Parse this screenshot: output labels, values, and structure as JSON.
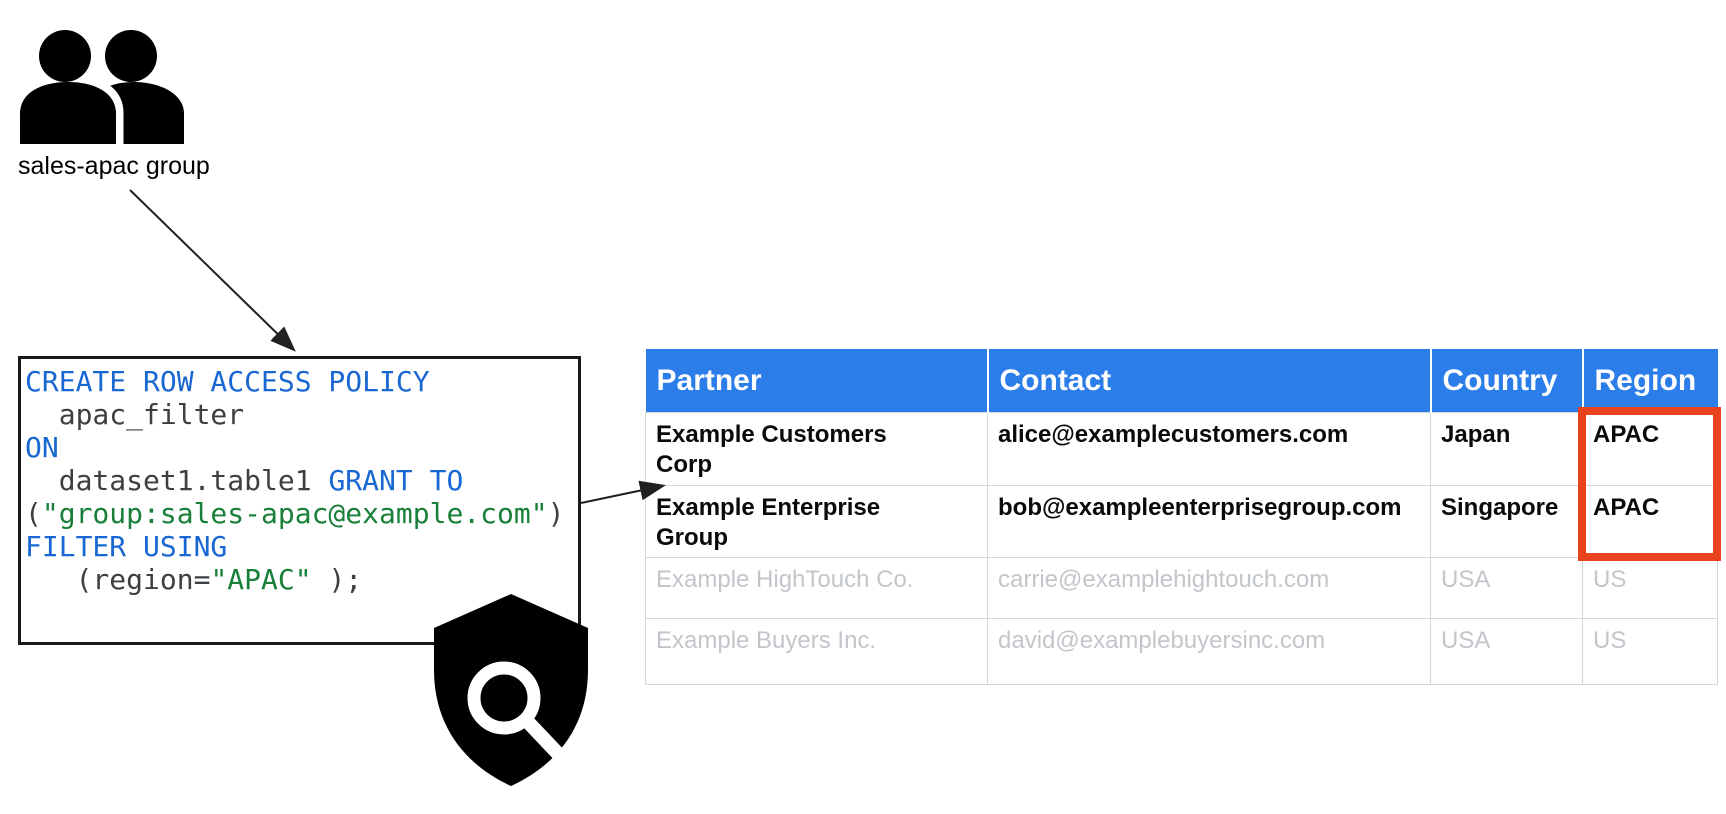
{
  "colors": {
    "header_bg": "#2b7de9",
    "header_text": "#ffffff",
    "keyword": "#1967d2",
    "string": "#188038",
    "code_text": "#3c4043",
    "muted_row_text": "#c2c6cb",
    "highlight_border": "#e8431c",
    "icon_color": "#000000"
  },
  "group": {
    "icon": "people-group-icon",
    "label": "sales-apac group"
  },
  "policy_code": {
    "lines": [
      {
        "segments": [
          {
            "style": "keyword",
            "text": "CREATE ROW ACCESS POLICY"
          }
        ]
      },
      {
        "segments": [
          {
            "style": "plain",
            "text": "  apac_filter"
          }
        ]
      },
      {
        "segments": [
          {
            "style": "keyword",
            "text": "ON"
          }
        ]
      },
      {
        "segments": [
          {
            "style": "plain",
            "text": "  dataset1.table1 "
          },
          {
            "style": "keyword",
            "text": "GRANT TO"
          }
        ]
      },
      {
        "segments": [
          {
            "style": "plain",
            "text": "("
          },
          {
            "style": "string",
            "text": "\"group:sales-apac@example.com\""
          },
          {
            "style": "plain",
            "text": ")"
          }
        ]
      },
      {
        "segments": [
          {
            "style": "keyword",
            "text": "FILTER USING"
          }
        ]
      },
      {
        "segments": [
          {
            "style": "plain",
            "text": "   (region="
          },
          {
            "style": "string",
            "text": "\"APAC\""
          },
          {
            "style": "plain",
            "text": " );"
          }
        ]
      }
    ]
  },
  "security_icon": "shield-search-icon",
  "table": {
    "columns": [
      "Partner",
      "Contact",
      "Country",
      "Region"
    ],
    "rows": [
      {
        "cells": [
          "Example Customers Corp",
          "alice@examplecustomers.com",
          "Japan",
          "APAC"
        ],
        "emphasized": true
      },
      {
        "cells": [
          "Example Enterprise Group",
          "bob@exampleenterprisegroup.com",
          "Singapore",
          "APAC"
        ],
        "emphasized": true
      },
      {
        "cells": [
          "Example HighTouch Co.",
          "carrie@examplehightouch.com",
          "USA",
          "US"
        ],
        "emphasized": false
      },
      {
        "cells": [
          "Example Buyers Inc.",
          "david@examplebuyersinc.com",
          "USA",
          "US"
        ],
        "emphasized": false
      }
    ],
    "highlighted_column": "Region",
    "highlighted_row_indexes": [
      0,
      1
    ]
  }
}
